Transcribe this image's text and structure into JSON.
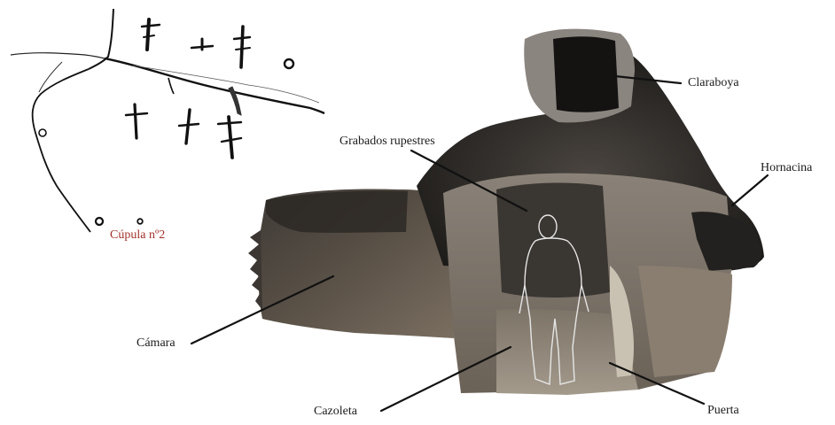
{
  "labels": {
    "claraboya": "Claraboya",
    "grabados": "Grabados rupestres",
    "hornacina": "Hornacina",
    "camara": "Cámara",
    "cazoleta": "Cazoleta",
    "puerta": "Puerta",
    "cupula": "Cúpula nº2"
  },
  "colors": {
    "leader": "#111111",
    "cupula_label": "#a3312b",
    "rock_dark": "#2b2a28",
    "rock_mid": "#6b655c",
    "rock_light": "#9c9488",
    "figure_outline": "#e8e8e8"
  },
  "icons": [
    "person-silhouette",
    "engraving-cross-marks",
    "cup-mark-circle"
  ]
}
